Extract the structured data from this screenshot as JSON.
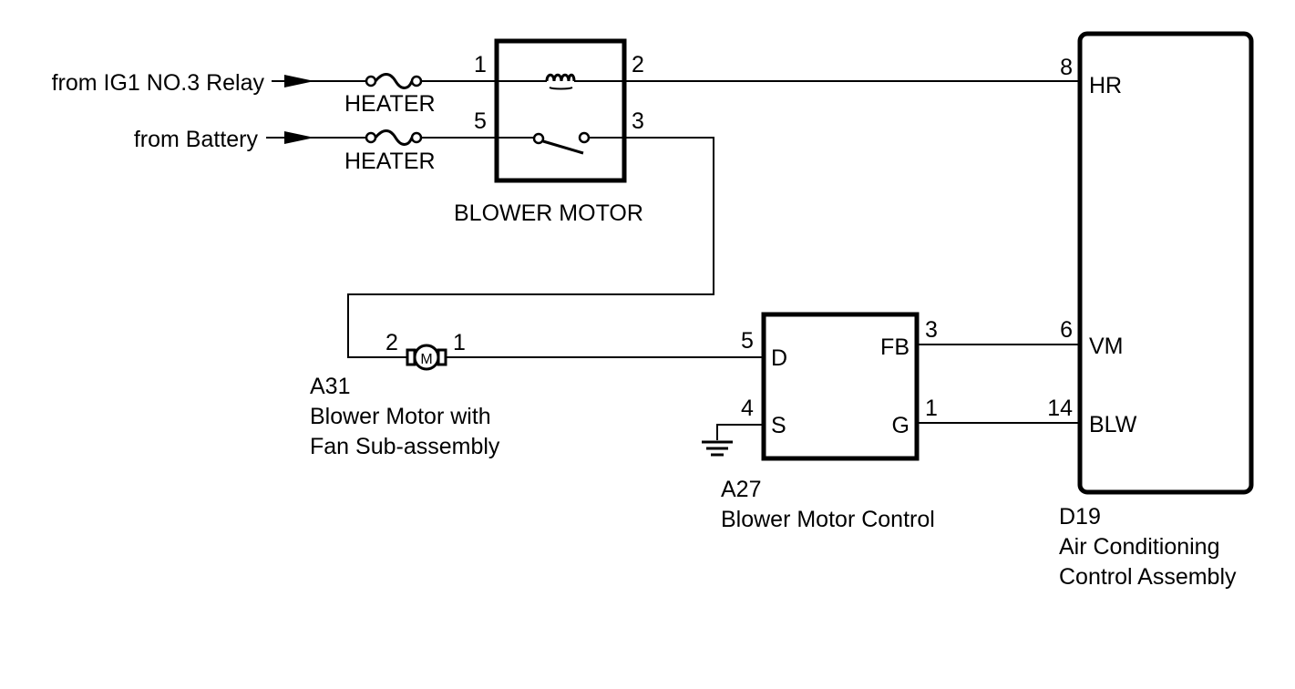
{
  "sources": {
    "ig1": "from IG1 NO.3 Relay",
    "battery": "from Battery"
  },
  "fuses": {
    "top": "HEATER",
    "bottom": "HEATER"
  },
  "relay": {
    "label": "BLOWER MOTOR",
    "pins": {
      "p1": "1",
      "p2": "2",
      "p5": "5",
      "p3": "3"
    }
  },
  "motor": {
    "code": "A31",
    "name_line1": "Blower Motor with",
    "name_line2": "Fan Sub-assembly",
    "symbol": "M",
    "pins": {
      "left": "2",
      "right": "1"
    }
  },
  "control": {
    "code": "A27",
    "name": "Blower Motor Control",
    "terminals": {
      "d": "D",
      "s": "S",
      "fb": "FB",
      "g": "G"
    },
    "pins": {
      "d": "5",
      "s": "4",
      "fb": "3",
      "g": "1"
    }
  },
  "ac": {
    "code": "D19",
    "name_line1": "Air Conditioning",
    "name_line2": "Control Assembly",
    "terminals": {
      "hr": "HR",
      "vm": "VM",
      "blw": "BLW"
    },
    "pins": {
      "hr": "8",
      "vm": "6",
      "blw": "14"
    }
  }
}
